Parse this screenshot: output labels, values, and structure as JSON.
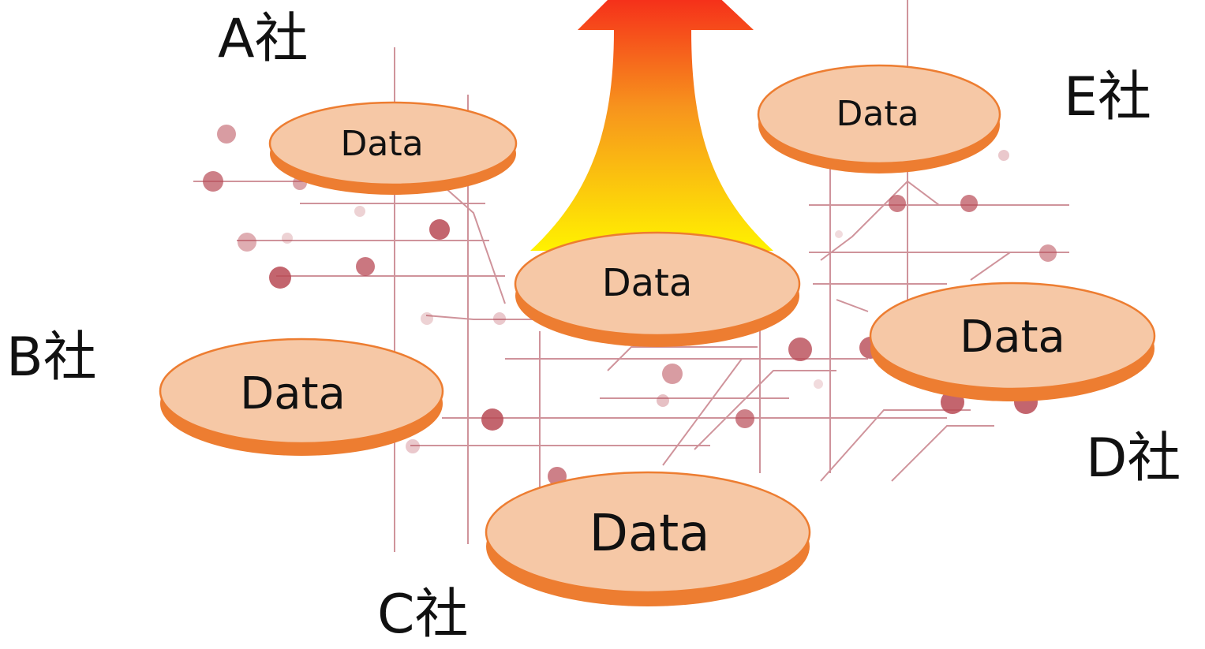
{
  "companies": {
    "a": "A社",
    "b": "B社",
    "c": "C社",
    "d": "D社",
    "e": "E社"
  },
  "disks": {
    "a": "Data",
    "e": "Data",
    "center": "Data",
    "b": "Data",
    "d": "Data",
    "c": "Data"
  },
  "colors": {
    "disk_fill": "#f6c8a6",
    "disk_rim": "#ed7d31",
    "arrow_top": "#f5281a",
    "arrow_mid": "#f7941d",
    "arrow_bottom": "#fff200",
    "circuit_line": "#c0707a",
    "circuit_dot": "#b84a55"
  }
}
